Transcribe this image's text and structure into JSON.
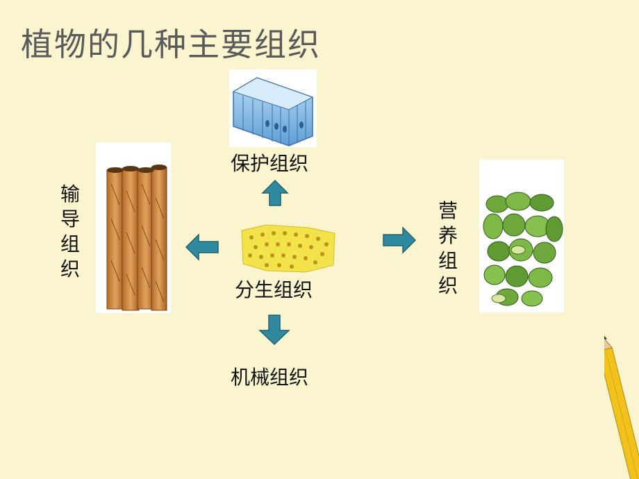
{
  "slide": {
    "title": "植物的几种主要组织"
  },
  "tissues": {
    "protective": "保护组织",
    "meristematic": "分生组织",
    "mechanical": "机械组织",
    "conducting": "输导组织",
    "nutritive": "营养组织"
  },
  "colors": {
    "background": "#fbf5cf",
    "arrow_fill": "#2f8aa0",
    "arrow_stroke": "#1e5f70"
  },
  "icons": {
    "arrow_up": "arrow-up-icon",
    "arrow_down": "arrow-down-icon",
    "arrow_left": "arrow-left-icon",
    "arrow_right": "arrow-right-icon",
    "pencil": "pencil-icon"
  }
}
